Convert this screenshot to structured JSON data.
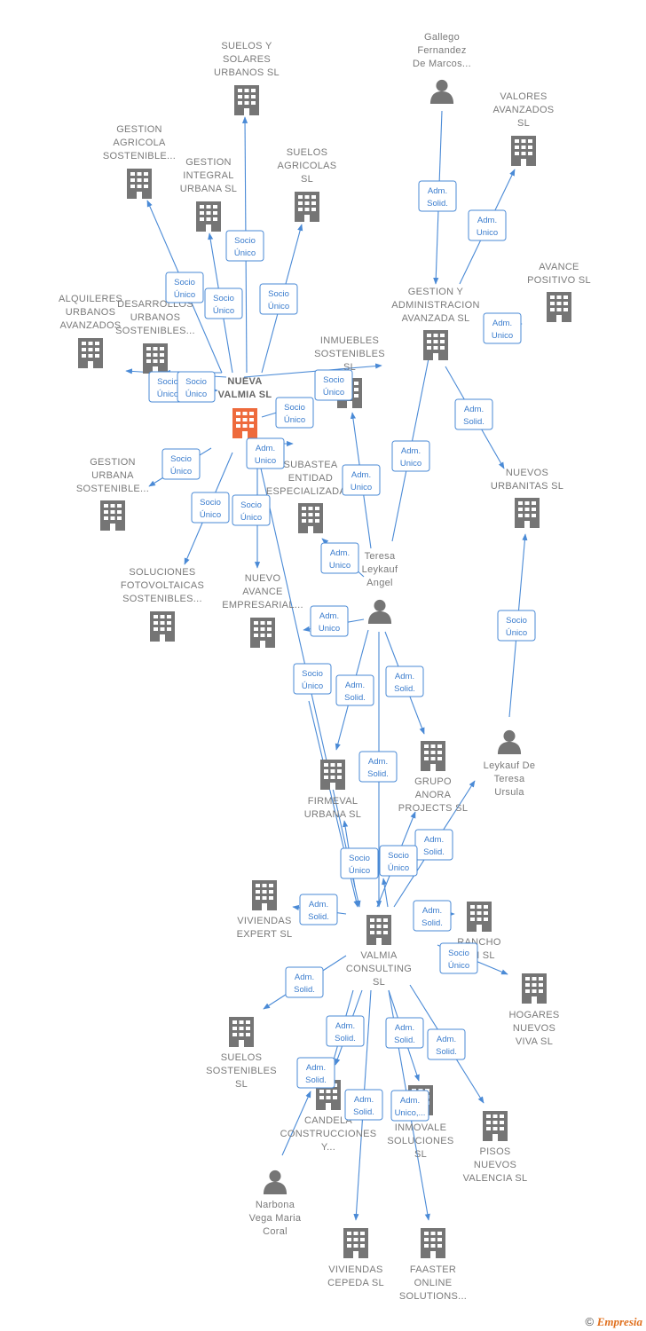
{
  "colors": {
    "building": "#757575",
    "main_building": "#ee6a3c",
    "person": "#757575",
    "edge": "#4a8ad6",
    "badge_text": "#3a7ccd"
  },
  "nodes": [
    {
      "id": "suelos_solares",
      "label": [
        "SUELOS Y",
        "SOLARES",
        "URBANOS  SL"
      ],
      "type": "building"
    },
    {
      "id": "gallego",
      "label": [
        "Gallego",
        "Fernandez",
        "De Marcos..."
      ],
      "type": "person"
    },
    {
      "id": "valores",
      "label": [
        "VALORES",
        "AVANZADOS",
        "SL"
      ],
      "type": "building"
    },
    {
      "id": "gestion_agricola",
      "label": [
        "GESTION",
        "AGRICOLA",
        "SOSTENIBLE..."
      ],
      "type": "building"
    },
    {
      "id": "gestion_integral",
      "label": [
        "GESTION",
        "INTEGRAL",
        "URBANA  SL"
      ],
      "type": "building"
    },
    {
      "id": "suelos_agricolas",
      "label": [
        "SUELOS",
        "AGRICOLAS",
        "SL"
      ],
      "type": "building"
    },
    {
      "id": "avance_positivo",
      "label": [
        "AVANCE",
        "POSITIVO  SL"
      ],
      "type": "building"
    },
    {
      "id": "gestion_admin",
      "label": [
        "GESTION Y",
        "ADMINISTRACION",
        "AVANZADA  SL"
      ],
      "type": "building"
    },
    {
      "id": "alquileres",
      "label": [
        "ALQUILERES",
        "URBANOS",
        "AVANZADOS"
      ],
      "type": "building"
    },
    {
      "id": "desarrollos",
      "label": [
        "DESARROLLOS",
        "URBANOS",
        "SOSTENIBLES..."
      ],
      "type": "building"
    },
    {
      "id": "inmuebles",
      "label": [
        "INMUEBLES",
        "SOSTENIBLES",
        "SL"
      ],
      "type": "building"
    },
    {
      "id": "nueva_valmia",
      "label": [
        "NUEVA",
        "VALMIA  SL"
      ],
      "type": "main"
    },
    {
      "id": "gestion_urbana",
      "label": [
        "GESTION",
        "URBANA",
        "SOSTENIBLE..."
      ],
      "type": "building"
    },
    {
      "id": "subastea",
      "label": [
        "SUBASTEA",
        "ENTIDAD",
        "ESPECIALIZADA..."
      ],
      "type": "building"
    },
    {
      "id": "nuevos_urbanitas",
      "label": [
        "NUEVOS",
        "URBANITAS  SL"
      ],
      "type": "building"
    },
    {
      "id": "teresa",
      "label": [
        "Teresa",
        "Leykauf",
        "Angel"
      ],
      "type": "person"
    },
    {
      "id": "soluciones_fv",
      "label": [
        "SOLUCIONES",
        "FOTOVOLTAICAS",
        "SOSTENIBLES..."
      ],
      "type": "building"
    },
    {
      "id": "nuevo_avance",
      "label": [
        "NUEVO",
        "AVANCE",
        "EMPRESARIAL..."
      ],
      "type": "building"
    },
    {
      "id": "leykauf_ursula",
      "label": [
        "Leykauf De",
        "Teresa",
        "Ursula"
      ],
      "type": "person"
    },
    {
      "id": "grupo_anora",
      "label": [
        "GRUPO",
        "ANORA",
        "PROJECTS  SL"
      ],
      "type": "building"
    },
    {
      "id": "firmeval",
      "label": [
        "FIRMEVAL",
        "URBANA  SL"
      ],
      "type": "building"
    },
    {
      "id": "viviendas_expert",
      "label": [
        "VIVIENDAS",
        "EXPERT  SL"
      ],
      "type": "building"
    },
    {
      "id": "valmia",
      "label": [
        "VALMIA",
        "CONSULTING",
        "SL"
      ],
      "type": "building"
    },
    {
      "id": "rancho",
      "label": [
        "RANCHO",
        "...N  SL"
      ],
      "type": "building"
    },
    {
      "id": "hogares",
      "label": [
        "HOGARES",
        "NUEVOS",
        "VIVA  SL"
      ],
      "type": "building"
    },
    {
      "id": "suelos_sost",
      "label": [
        "SUELOS",
        "SOSTENIBLES",
        "SL"
      ],
      "type": "building"
    },
    {
      "id": "candela",
      "label": [
        "CANDELA",
        "CONSTRUCCIONES",
        "Y..."
      ],
      "type": "building"
    },
    {
      "id": "inmovale",
      "label": [
        "INMOVALE",
        "SOLUCIONES",
        "SL"
      ],
      "type": "building"
    },
    {
      "id": "pisos",
      "label": [
        "PISOS",
        "NUEVOS",
        "VALENCIA  SL"
      ],
      "type": "building"
    },
    {
      "id": "narbona",
      "label": [
        "Narbona",
        "Vega Maria",
        "Coral"
      ],
      "type": "person"
    },
    {
      "id": "viviendas_cepeda",
      "label": [
        "VIVIENDAS",
        "CEPEDA  SL"
      ],
      "type": "building"
    },
    {
      "id": "faaster",
      "label": [
        "FAASTER",
        "ONLINE",
        "SOLUTIONS..."
      ],
      "type": "building"
    }
  ],
  "badges": [
    [
      "Socio",
      "Único"
    ],
    [
      "Socio",
      "Único"
    ],
    [
      "Socio",
      "Único"
    ],
    [
      "Socio",
      "Único"
    ],
    [
      "Socio",
      "Único"
    ],
    [
      "Socio",
      "Único"
    ],
    [
      "Socio",
      "Único"
    ],
    [
      "Socio",
      "Único"
    ],
    [
      "Adm.",
      "Unico"
    ],
    [
      "Socio",
      "Único"
    ],
    [
      "Socio",
      "Único"
    ],
    [
      "Socio",
      "Único"
    ],
    [
      "Socio",
      "Único"
    ],
    [
      "Adm.",
      "Solid."
    ],
    [
      "Adm.",
      "Unico"
    ],
    [
      "Adm.",
      "Unico"
    ],
    [
      "Adm.",
      "Solid."
    ],
    [
      "Adm.",
      "Unico"
    ],
    [
      "Adm.",
      "Unico"
    ],
    [
      "Adm.",
      "Unico"
    ],
    [
      "Adm.",
      "Unico"
    ],
    [
      "Socio",
      "Único"
    ],
    [
      "Socio",
      "Único"
    ],
    [
      "Adm.",
      "Solid."
    ],
    [
      "Adm.",
      "Solid."
    ],
    [
      "Adm.",
      "Solid."
    ],
    [
      "Adm.",
      "Solid."
    ],
    [
      "Socio",
      "Único"
    ],
    [
      "Socio",
      "Único"
    ],
    [
      "Adm.",
      "Solid."
    ],
    [
      "Adm.",
      "Solid."
    ],
    [
      "Adm.",
      "Solid."
    ],
    [
      "Adm.",
      "Solid."
    ],
    [
      "Adm.",
      "Solid."
    ],
    [
      "Adm.",
      "Solid."
    ],
    [
      "Adm.",
      "Solid."
    ],
    [
      "Adm.",
      "Solid."
    ],
    [
      "Adm.",
      "Solid."
    ],
    [
      "Adm.",
      "Unico,..."
    ]
  ],
  "footer": {
    "copyright": "©",
    "brand": "Empresia"
  }
}
